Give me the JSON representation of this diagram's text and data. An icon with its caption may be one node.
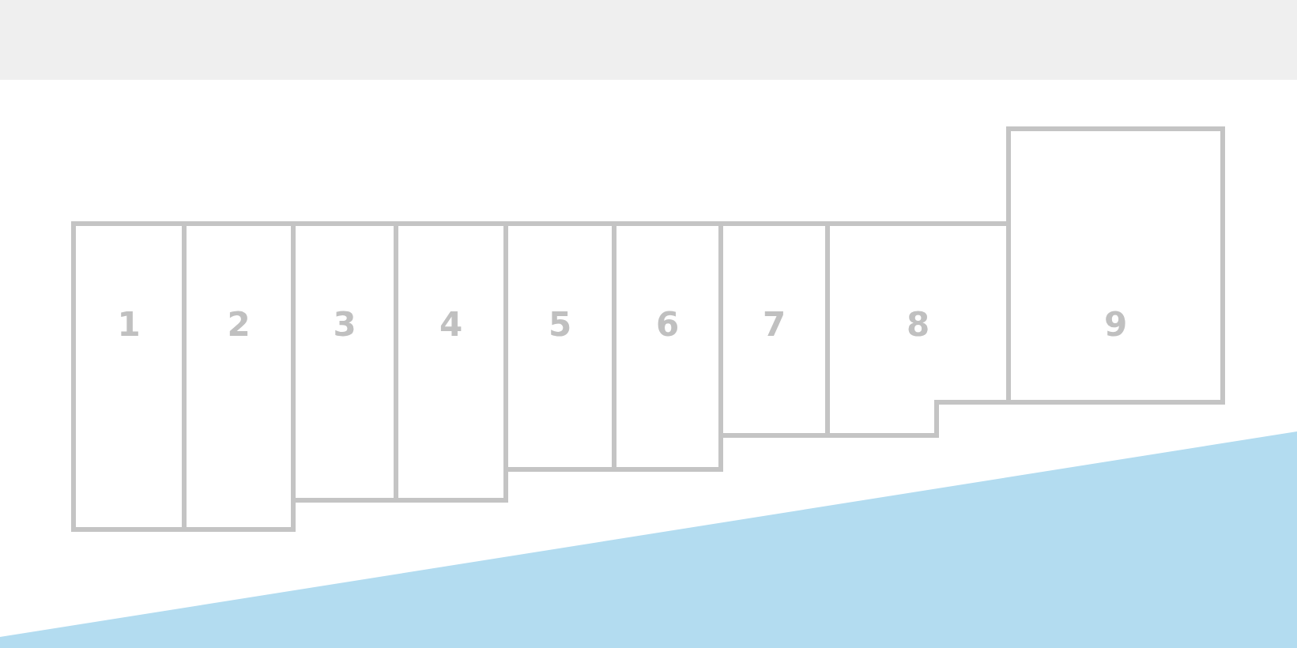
{
  "diagram": {
    "nodes": [
      {
        "text": [
          "1"
        ]
      },
      {
        "text": [
          "2"
        ]
      },
      {
        "text": [
          "3"
        ]
      },
      {
        "text": [
          "4"
        ]
      },
      {
        "text": [
          "5"
        ]
      },
      {
        "text": [
          "6"
        ]
      },
      {
        "text": [
          "7"
        ]
      },
      {
        "text": [
          "8"
        ]
      },
      {
        "text": [
          "9"
        ]
      }
    ]
  }
}
